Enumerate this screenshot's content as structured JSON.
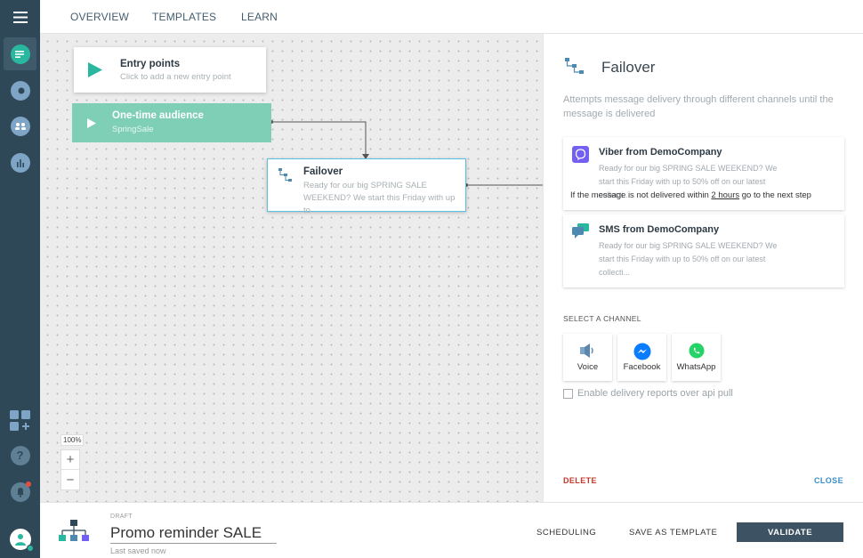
{
  "nav": {
    "tabs": [
      {
        "label": "OVERVIEW"
      },
      {
        "label": "TEMPLATES"
      },
      {
        "label": "LEARN"
      }
    ]
  },
  "sidebar": {
    "icons": [
      "menu-icon",
      "flow-icon",
      "search-people-icon",
      "people-icon",
      "analytics-icon",
      "add-app-icon",
      "help-icon",
      "notification-icon",
      "user-avatar-icon"
    ],
    "help_glyph": "?"
  },
  "canvas": {
    "entry": {
      "title": "Entry points",
      "subtitle": "Click to add a new entry point"
    },
    "audience": {
      "title": "One-time audience",
      "subtitle": "SpringSale"
    },
    "failover": {
      "title": "Failover",
      "subtitle": "Ready for our big SPRING SALE WEEKEND? We start this Friday with up to"
    },
    "zoom": {
      "level": "100%",
      "plus": "+",
      "minus": "−"
    }
  },
  "panel": {
    "title": "Failover",
    "description": "Attempts message delivery through different channels until the message is delivered",
    "steps": [
      {
        "title": "Viber from DemoCompany",
        "text": "Ready for our big SPRING SALE WEEKEND? We start this Friday with up to 50% off on our latest collecti...",
        "note_before": "If the message is not delivered within ",
        "note_link": "2 hours",
        "note_after": " go to the next step"
      },
      {
        "title": "SMS from DemoCompany",
        "text": "Ready for our big SPRING SALE WEEKEND? We start this Friday with up to 50% off on our latest collecti..."
      }
    ],
    "select_label": "SELECT A CHANNEL",
    "channels": [
      {
        "label": "Voice"
      },
      {
        "label": "Facebook"
      },
      {
        "label": "WhatsApp"
      }
    ],
    "checkbox_label": "Enable delivery reports over api pull",
    "delete_label": "DELETE",
    "close_label": "CLOSE"
  },
  "footer": {
    "status": "DRAFT",
    "name": "Promo reminder SALE",
    "saved": "Last saved now",
    "scheduling": "SCHEDULING",
    "save_template": "SAVE AS TEMPLATE",
    "validate": "VALIDATE"
  },
  "colors": {
    "rail": "#2f4858",
    "accent_green": "#2ab7a0",
    "audience_node": "#7ecfb6",
    "failover_border": "#5bc0de",
    "validate": "#3d5363",
    "delete": "#c0392b",
    "close": "#3a8ec7"
  }
}
